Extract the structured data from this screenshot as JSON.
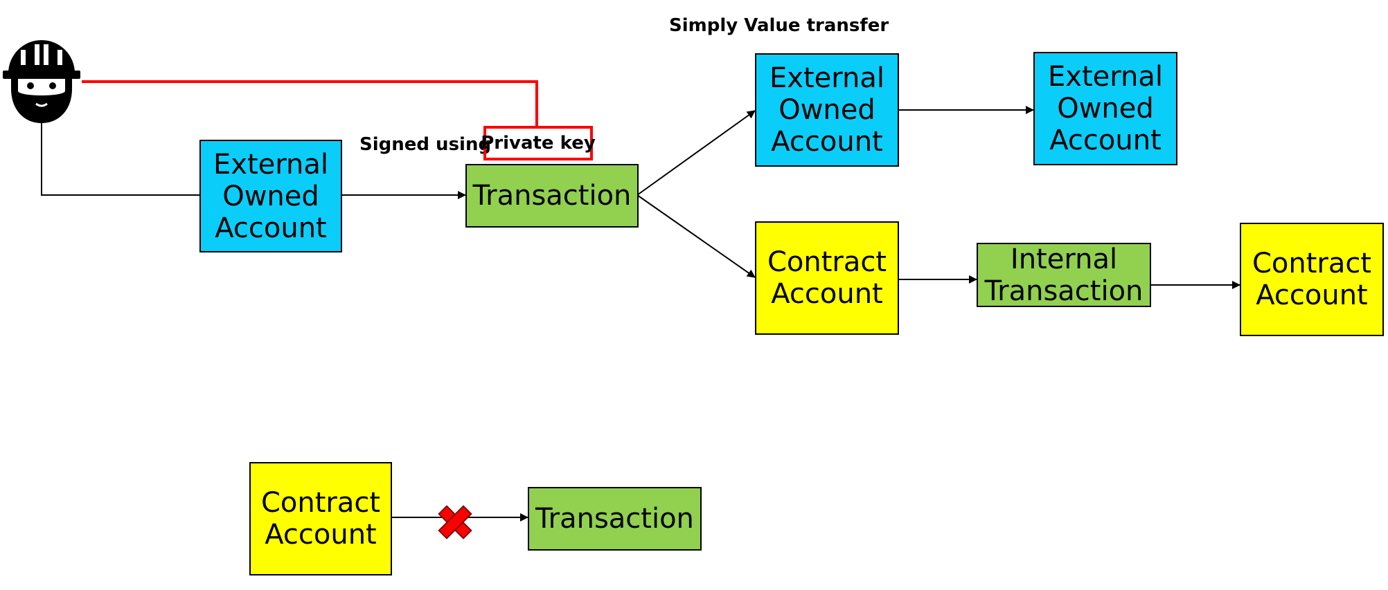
{
  "labels": {
    "simply_value_transfer": "Simply Value transfer",
    "signed_using": "Signed using",
    "private_key": "Private key"
  },
  "nodes": {
    "eoa_source": "External\nOwned\nAccount",
    "transaction_main": "Transaction",
    "eoa_mid": "External\nOwned\nAccount",
    "eoa_target": "External\nOwned\nAccount",
    "contract_mid": "Contract\nAccount",
    "internal_transaction": "Internal\nTransaction",
    "contract_target": "Contract\nAccount",
    "contract_bottom": "Contract\nAccount",
    "transaction_bottom": "Transaction"
  },
  "colors": {
    "eoa": "#0bcdf9",
    "transaction": "#92d050",
    "contract": "#ffff00",
    "highlight": "#ff0000",
    "blocked_marker": "#ff0000"
  },
  "icons": {
    "user": "worker-helmet-icon",
    "blocked": "red-x-icon"
  }
}
